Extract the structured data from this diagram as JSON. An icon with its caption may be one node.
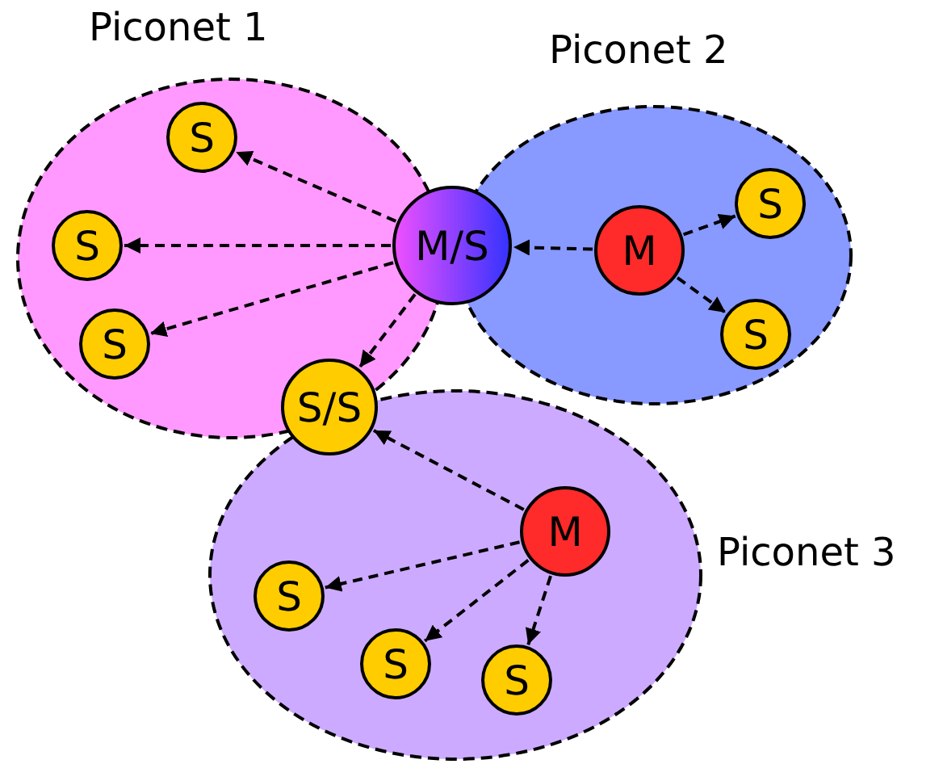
{
  "diagram": {
    "nodes": [
      {
        "text": [
          "Piconet 1"
        ]
      },
      {
        "text": [
          "Piconet 2"
        ]
      },
      {
        "text": [
          "Piconet 3"
        ]
      },
      {
        "text": [
          "M/S"
        ]
      },
      {
        "text": [
          "S"
        ],
        "in": 0
      },
      {
        "text": [
          "S"
        ],
        "in": 0
      },
      {
        "text": [
          "S"
        ],
        "in": 0
      },
      {
        "text": [
          "S/S"
        ]
      },
      {
        "text": [
          "M"
        ],
        "in": 1
      },
      {
        "text": [
          "S"
        ],
        "in": 1
      },
      {
        "text": [
          "S"
        ],
        "in": 1
      },
      {
        "text": [
          "M"
        ],
        "in": 2
      },
      {
        "text": [
          "S"
        ],
        "in": 2
      },
      {
        "text": [
          "S"
        ],
        "in": 2
      },
      {
        "text": [
          "S"
        ],
        "in": 2
      }
    ],
    "edges": [
      {
        "from": 3,
        "to": 4,
        "arrow": "to",
        "style": "dashed"
      },
      {
        "from": 3,
        "to": 5,
        "arrow": "to",
        "style": "dashed"
      },
      {
        "from": 3,
        "to": 6,
        "arrow": "to",
        "style": "dashed"
      },
      {
        "from": 3,
        "to": 7,
        "arrow": "to",
        "style": "dashed"
      },
      {
        "from": 8,
        "to": 3,
        "arrow": "to",
        "style": "dashed"
      },
      {
        "from": 8,
        "to": 9,
        "arrow": "to",
        "style": "dashed"
      },
      {
        "from": 8,
        "to": 10,
        "arrow": "to",
        "style": "dashed"
      },
      {
        "from": 11,
        "to": 7,
        "arrow": "to",
        "style": "dashed"
      },
      {
        "from": 11,
        "to": 12,
        "arrow": "to",
        "style": "dashed"
      },
      {
        "from": 11,
        "to": 13,
        "arrow": "to",
        "style": "dashed"
      },
      {
        "from": 11,
        "to": 14,
        "arrow": "to",
        "style": "dashed"
      }
    ]
  }
}
